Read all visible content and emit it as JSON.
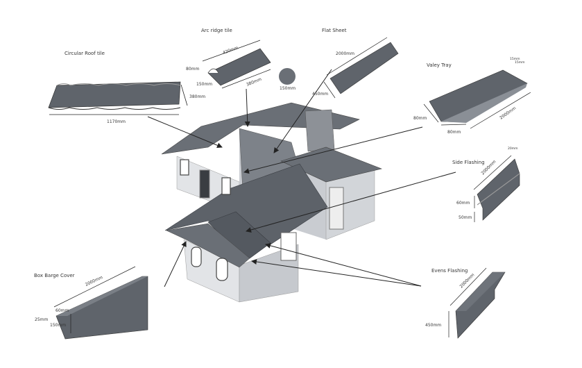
{
  "parts": {
    "circular_roof_tile": {
      "label": "Circular Roof tile",
      "width": "1170mm",
      "depth": "380mm"
    },
    "arc_ridge_tile": {
      "label": "Arc ridge tile",
      "length_top": "420mm",
      "height": "80mm",
      "width": "150mm",
      "length_bottom": "380mm",
      "diameter": "150mm"
    },
    "flat_sheet": {
      "label": "Flat Sheet",
      "length": "2000mm",
      "width": "450mm"
    },
    "valley_tray": {
      "label": "Valey Tray",
      "lip1": "15mm",
      "lip2": "15mm",
      "height": "80mm",
      "width": "80mm",
      "length": "2000mm"
    },
    "side_flashing": {
      "label": "Side Flashing",
      "lip": "20mm",
      "length": "2000mm",
      "upper": "60mm",
      "lower": "50mm"
    },
    "evens_flashing": {
      "label": "Evens Flashing",
      "length": "2000mm",
      "height": "450mm"
    },
    "box_barge_cover": {
      "label": "Box Barge Cover",
      "length": "2000mm",
      "top": "60mm",
      "side": "25mm",
      "height": "150mm"
    }
  },
  "colors": {
    "metal": "#5f646b",
    "metal_light": "#7a7f86",
    "wall": "#dfe1e4",
    "line": "#222222"
  }
}
